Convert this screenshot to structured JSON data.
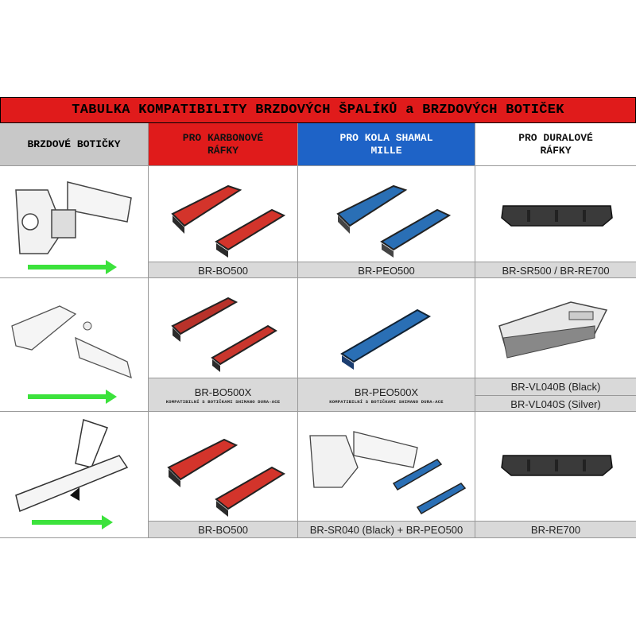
{
  "title": "TABULKA KOMPATIBILITY BRZDOVÝCH ŠPALÍKŮ a BRZDOVÝCH BOTIČEK",
  "headers": {
    "shoes": "BRZDOVÉ BOTIČKY",
    "carbon": "PRO KARBONOVÉ RÁFKY",
    "shamal": "PRO KOLA SHAMAL MILLE",
    "alloy": "PRO DURALOVÉ RÁFKY"
  },
  "rows": [
    {
      "carbon": "BR-BO500",
      "shamal": "BR-PEO500",
      "alloy": "BR-SR500 / BR-RE700"
    },
    {
      "carbon": "BR-BO500X",
      "carbon_note": "KOMPATIBILNÍ S BOTIČKAMI SHIMANO DURA-ACE",
      "shamal": "BR-PEO500X",
      "shamal_note": "KOMPATIBILNÍ S BOTIČKAMI SHIMANO DURA-ACE",
      "alloy_a": "BR-VL040B (Black)",
      "alloy_b": "BR-VL040S (Silver)"
    },
    {
      "carbon": "BR-BO500",
      "shamal": "BR-SR040 (Black) + BR-PEO500",
      "alloy": "BR-RE700"
    }
  ],
  "colors": {
    "title_bg": "#e01b1b",
    "carbon_bg": "#e01b1b",
    "shamal_bg": "#1e63c7",
    "shoes_bg": "#c8c8c8",
    "arrow": "#3ce23c",
    "pad_red": "#d3342b",
    "pad_blue": "#2a6fb5",
    "pad_black": "#2b2b2b"
  }
}
